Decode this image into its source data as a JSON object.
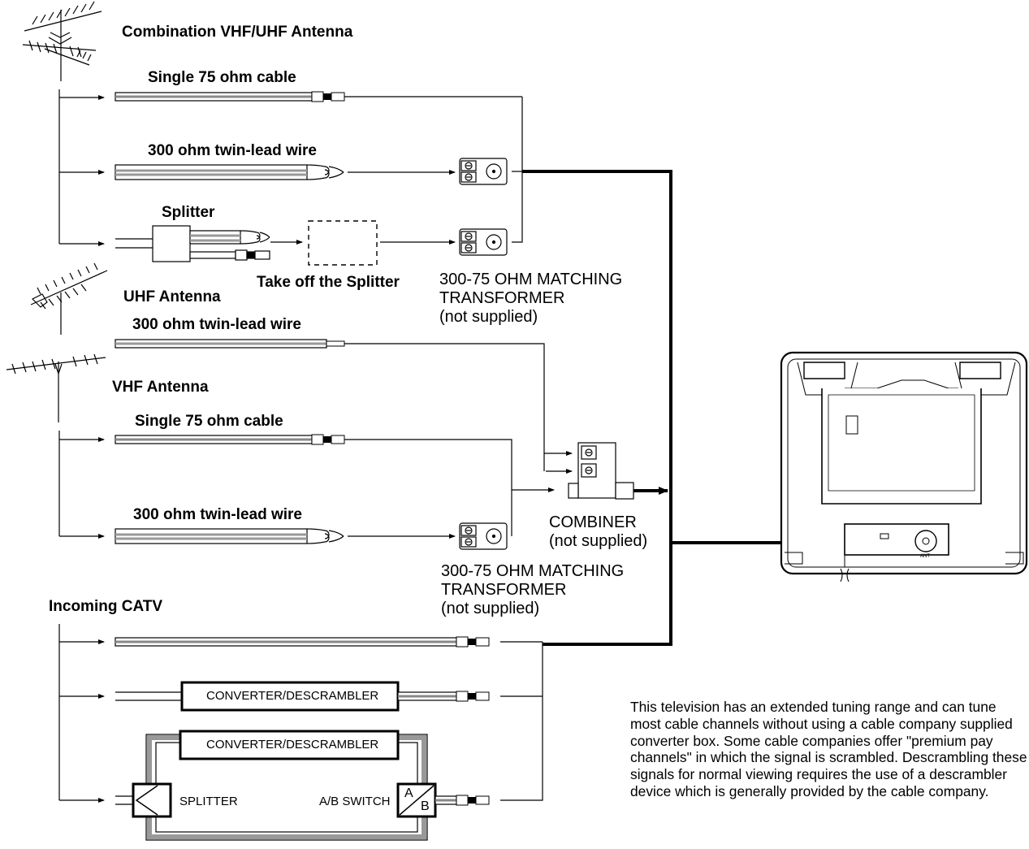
{
  "labels": {
    "combo_antenna": "Combination VHF/UHF Antenna",
    "single75_top": "Single 75 ohm cable",
    "twinlead_top": "300 ohm twin-lead wire",
    "splitter": "Splitter",
    "take_off_splitter": "Take off the Splitter",
    "matching_top": [
      "300-75 OHM MATCHING",
      "TRANSFORMER",
      "(not supplied)"
    ],
    "uhf_antenna": "UHF Antenna",
    "twinlead_uhf": "300 ohm twin-lead wire",
    "vhf_antenna": "VHF Antenna",
    "single75_vhf": "Single 75 ohm cable",
    "twinlead_vhf": "300 ohm twin-lead wire",
    "combiner": [
      "COMBINER",
      "(not supplied)"
    ],
    "matching_bottom": [
      "300-75 OHM MATCHING",
      "TRANSFORMER",
      "(not supplied)"
    ],
    "incoming_catv": "Incoming CATV",
    "converter1": "CONVERTER/DESCRAMBLER",
    "converter2": "CONVERTER/DESCRAMBLER",
    "splitter_catv": "SPLITTER",
    "ab_switch": "A/B SWITCH",
    "ab_a": "A",
    "ab_b": "B",
    "ant": "ANT"
  },
  "note": "This television has an extended tuning range and can tune most cable channels without using a cable company supplied converter box. Some cable companies offer \"premium pay channels\" in which the signal is scrambled. Descrambling these signals for normal viewing requires the use of a descrambler device which is generally provided by the cable company."
}
